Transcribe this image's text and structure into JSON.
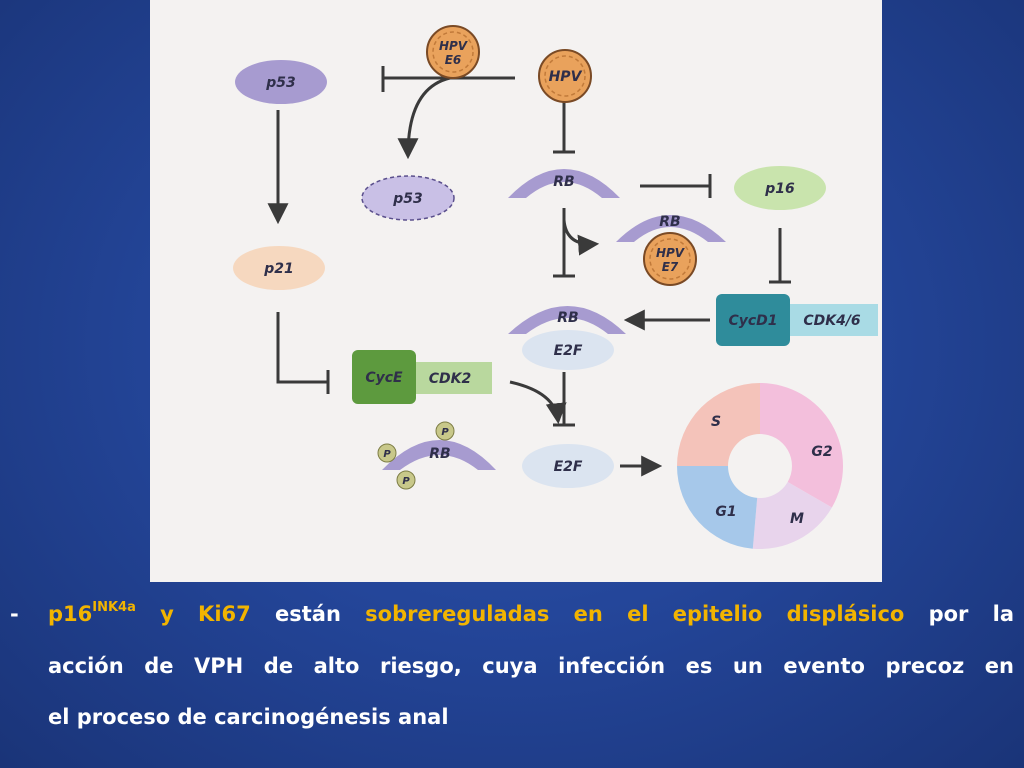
{
  "diagram": {
    "labels": {
      "p53_top": "p53",
      "hpv_e6_a": "HPV",
      "hpv_e6_b": "E6",
      "hpv": "HPV",
      "p53_deg": "p53",
      "rb_top": "RB",
      "p16": "p16",
      "rb_hpv": "RB",
      "hpv_e7_a": "HPV",
      "hpv_e7_b": "E7",
      "p21": "p21",
      "rb_e2f": "RB",
      "e2f_bound": "E2F",
      "cycd1": "CycD1",
      "cdk46": "CDK4/6",
      "cyce": "CycE",
      "cdk2": "CDK2",
      "rb_p": "RB",
      "phos": "P",
      "e2f_free": "E2F",
      "phase_s": "S",
      "phase_g2": "G2",
      "phase_g1": "G1",
      "phase_m": "M"
    },
    "colors": {
      "p53": "#a79bd0",
      "hpv": "#e9a25c",
      "rb": "#a79bd0",
      "p16": "#c9e4ad",
      "p21": "#f6d8bf",
      "e2f": "#dbe4f0",
      "cycd1": "#2f8c9b",
      "cdk46": "#a9dbe5",
      "cyce": "#5d9a3e",
      "cdk2": "#b9d89e",
      "phase_s": "#f4c3ba",
      "phase_g2": "#f3bfdc",
      "phase_g1": "#a6c8ea",
      "phase_m": "#e8d4ec"
    }
  },
  "caption": {
    "dash": "-",
    "w1": "p16",
    "w1_sup": "INK4a",
    "w2": "y Ki67",
    "w3": "están",
    "w4": "sobrereguladas",
    "w5": "en el epitelio",
    "w6": "displásico",
    "w7": "por la",
    "line2": "acción de VPH de alto riesgo, cuya infección es un evento precoz en",
    "line3": "el proceso de carcinogénesis anal"
  }
}
